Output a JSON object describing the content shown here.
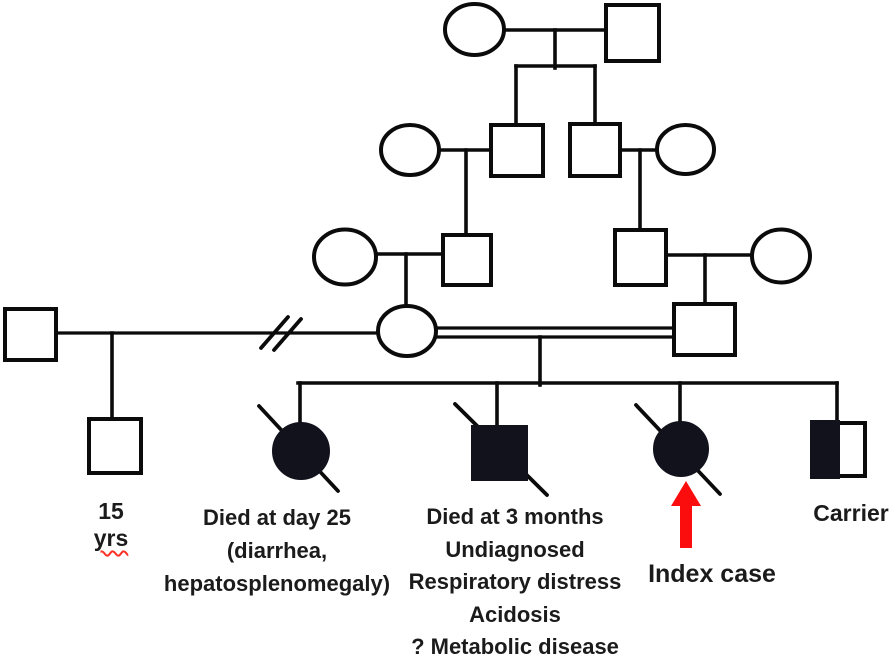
{
  "diagram": {
    "type": "family-pedigree",
    "captions": {
      "age": {
        "prefix": "15 ",
        "word": "yrs"
      },
      "daughter1": [
        "Died at day 25",
        "(diarrhea,",
        "hepatosplenomegaly)"
      ],
      "son2": [
        "Died at 3 months",
        "Undiagnosed",
        "Respiratory distress",
        "Acidosis",
        "? Metabolic disease"
      ],
      "index": "Index case",
      "carrier": "Carrier"
    },
    "colors": {
      "line": "#0b0b0b",
      "affected_fill": "#12121c",
      "arrow": "#fb0d0d",
      "underline_squiggle": "#ff3126",
      "text": "#1b1b1b",
      "background": "#ffffff"
    },
    "pedigree": {
      "generations": 5,
      "generation_I": [
        {
          "sex": "female",
          "affected": false
        },
        {
          "sex": "male",
          "affected": false
        }
      ],
      "generation_II": [
        {
          "sex": "female",
          "affected": false
        },
        {
          "sex": "male",
          "affected": false
        },
        {
          "sex": "male",
          "affected": false
        },
        {
          "sex": "female",
          "affected": false
        }
      ],
      "generation_III": [
        {
          "sex": "female",
          "affected": false
        },
        {
          "sex": "male",
          "affected": false
        },
        {
          "sex": "male",
          "affected": false
        },
        {
          "sex": "female",
          "affected": false
        }
      ],
      "generation_IV": [
        {
          "sex": "male",
          "affected": false,
          "union": "separated (double slash)"
        },
        {
          "sex": "female",
          "affected": false,
          "union": "consanguineous (double line)"
        },
        {
          "sex": "male",
          "affected": false,
          "union": "consanguineous (double line)"
        }
      ],
      "generation_V": [
        {
          "sex": "male",
          "affected": false,
          "deceased": false,
          "caption": "15 yrs"
        },
        {
          "sex": "female",
          "affected": true,
          "deceased": true,
          "caption": "Died at day 25 (diarrhea, hepatosplenomegaly)"
        },
        {
          "sex": "male",
          "affected": true,
          "deceased": true,
          "caption": "Died at 3 months Undiagnosed Respiratory distress Acidosis ? Metabolic disease"
        },
        {
          "sex": "female",
          "affected": true,
          "deceased": true,
          "caption": "Index case",
          "index_case": true
        },
        {
          "sex": "male",
          "affected": false,
          "carrier": true,
          "caption": "Carrier"
        }
      ]
    }
  }
}
